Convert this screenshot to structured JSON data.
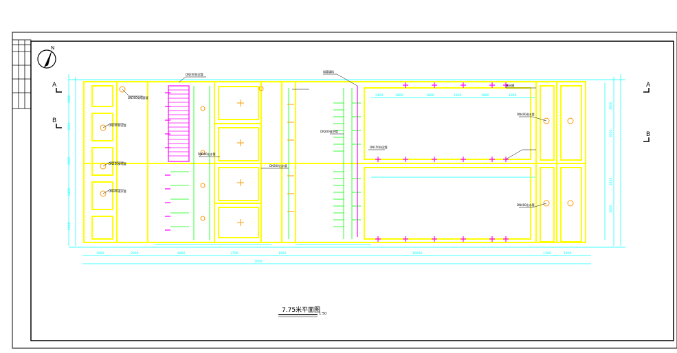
{
  "colors": {
    "frame": "#000000",
    "wall": "#ffff00",
    "dimension": "#00ffff",
    "pipe": "#ff00ff",
    "green": "#00ff00",
    "orange": "#ff9900",
    "text": "#000000",
    "leader": "#ff0000"
  },
  "drawing": {
    "title": "7.75米平面图",
    "scale": "1:50",
    "north_label": "N",
    "section_labels": {
      "a_left": "A",
      "b_left": "B",
      "a_right": "A",
      "b_right": "B"
    },
    "notes": {
      "n1": "DN300穿墙套管",
      "n2": "DN200排泥管",
      "n3": "DN150穿墙管",
      "n4": "DN300进水管",
      "n5": "DN200排泥管",
      "n6": "DN400出水管",
      "n7": "DN300出水管",
      "n8": "DN200放空管",
      "n9": "斜管填料",
      "n10": "DN150排泥管",
      "n11": "集水槽",
      "n12": "DN400进水管",
      "n13": "DN400出水管"
    },
    "dims_bottom": [
      "1900",
      "2000",
      "4800",
      "3700",
      "3000",
      "1500",
      "16000",
      "1300",
      "1900"
    ],
    "dims_top": [
      "2400",
      "1800",
      "1800",
      "1800",
      "1800",
      "1800"
    ],
    "dims_left": [
      "2900",
      "3000",
      "2000",
      "2400",
      "2000"
    ],
    "dims_right": [
      "3000",
      "3000",
      "2400",
      "3000"
    ]
  }
}
